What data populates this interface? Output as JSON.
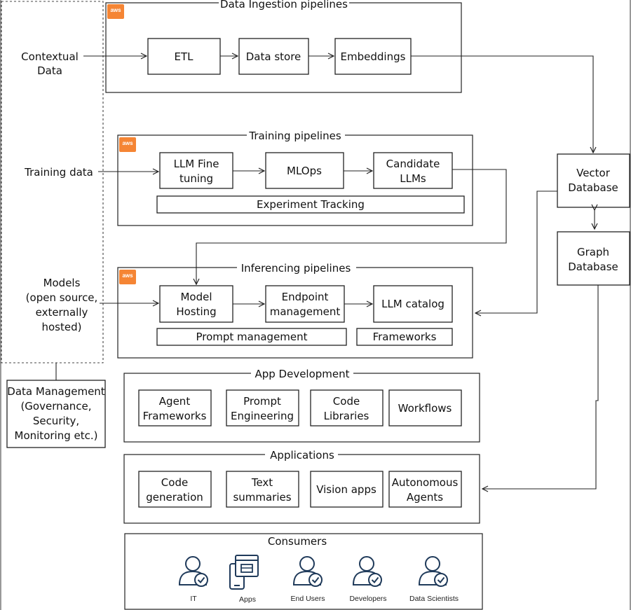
{
  "left_labels": {
    "contextual_line1": "Contextual",
    "contextual_line2": "Data",
    "training_data": "Training data",
    "models_line1": "Models",
    "models_line2": "(open source,",
    "models_line3": "externally",
    "models_line4": "hosted)"
  },
  "data_management": {
    "line1": "Data Management",
    "line2": "(Governance,",
    "line3": "Security,",
    "line4": "Monitoring etc.)"
  },
  "aws_badge": "aws",
  "ingestion": {
    "title": "Data Ingestion pipelines",
    "etl": "ETL",
    "data_store": "Data store",
    "embeddings": "Embeddings"
  },
  "training": {
    "title": "Training pipelines",
    "fine_tuning_line1": "LLM Fine",
    "fine_tuning_line2": "tuning",
    "mlops": "MLOps",
    "candidate_line1": "Candidate",
    "candidate_line2": "LLMs",
    "experiment_tracking": "Experiment Tracking"
  },
  "inferencing": {
    "title": "Inferencing pipelines",
    "model_hosting_line1": "Model",
    "model_hosting_line2": "Hosting",
    "endpoint_line1": "Endpoint",
    "endpoint_line2": "management",
    "llm_catalog": "LLM catalog",
    "prompt_management": "Prompt management",
    "frameworks": "Frameworks"
  },
  "vector_db": {
    "line1": "Vector",
    "line2": "Database"
  },
  "graph_db": {
    "line1": "Graph",
    "line2": "Database"
  },
  "app_development": {
    "title": "App Development",
    "agent_line1": "Agent",
    "agent_line2": "Frameworks",
    "prompt_line1": "Prompt",
    "prompt_line2": "Engineering",
    "code_line1": "Code",
    "code_line2": "Libraries",
    "workflows": "Workflows"
  },
  "applications": {
    "title": "Applications",
    "codegen_line1": "Code",
    "codegen_line2": "generation",
    "text_line1": "Text",
    "text_line2": "summaries",
    "vision": "Vision apps",
    "autonomous_line1": "Autonomous",
    "autonomous_line2": "Agents"
  },
  "consumers": {
    "title": "Consumers",
    "items": [
      "IT",
      "Apps",
      "End Users",
      "Developers",
      "Data Scientists"
    ]
  }
}
